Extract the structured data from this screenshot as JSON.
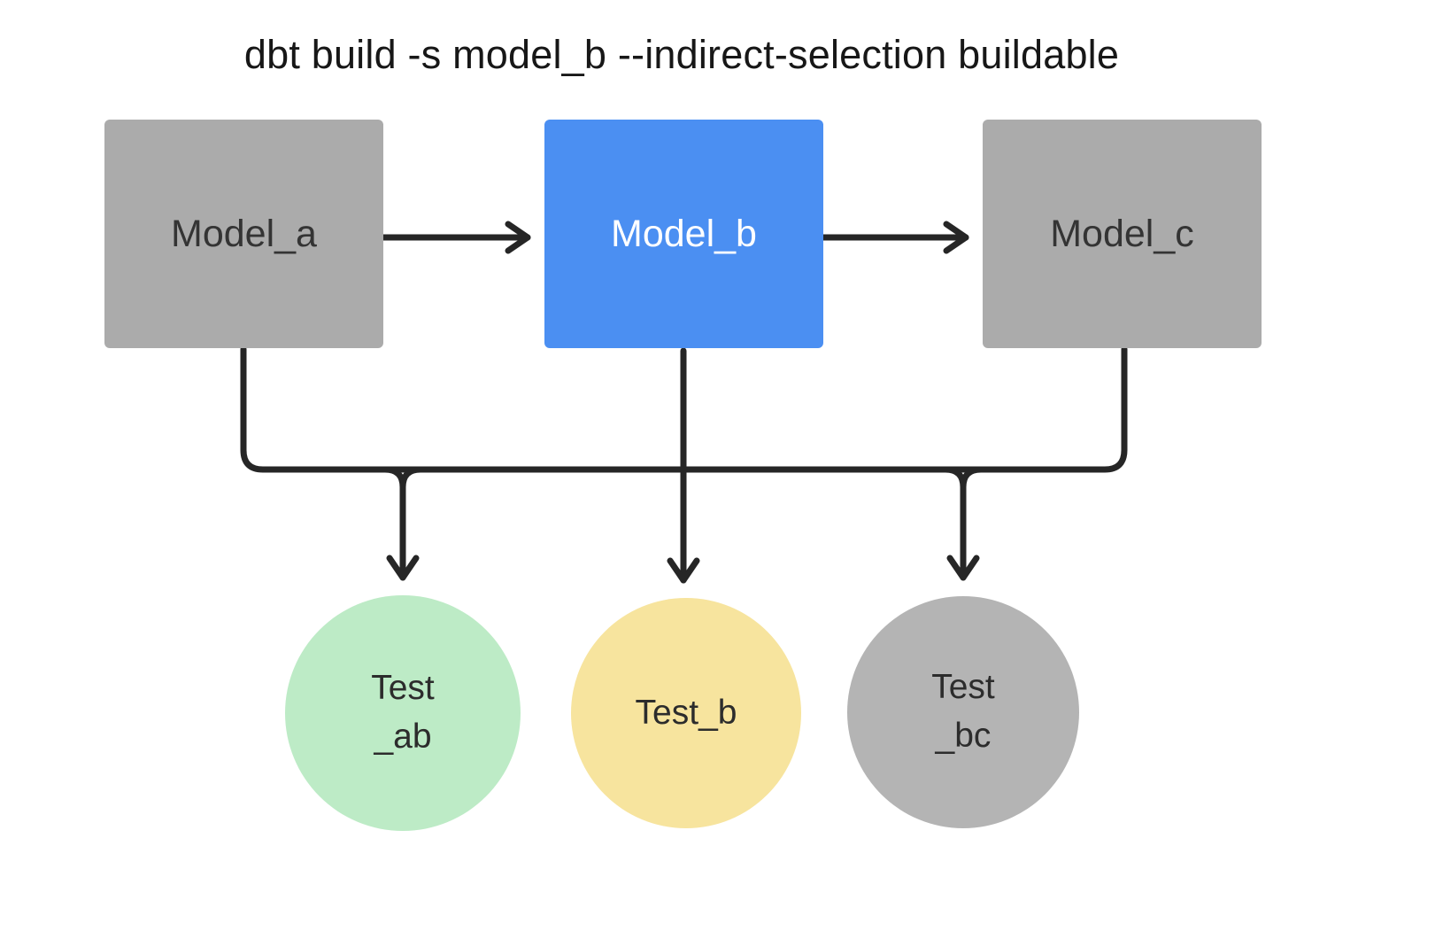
{
  "title": "dbt build -s model_b --indirect-selection buildable",
  "models": [
    {
      "label": "Model_a",
      "color": "#ababab",
      "selected": false
    },
    {
      "label": "Model_b",
      "color": "#4b8ff2",
      "selected": true
    },
    {
      "label": "Model_c",
      "color": "#ababab",
      "selected": false
    }
  ],
  "tests": [
    {
      "line1": "Test",
      "line2": "_ab",
      "color": "#bdebc6"
    },
    {
      "line1": "Test_b",
      "color": "#f7e49e"
    },
    {
      "line1": "Test",
      "line2": "_bc",
      "color": "#b4b4b4"
    }
  ],
  "edges": [
    "model_a -> model_b",
    "model_b -> model_c",
    "model_a -> test_ab",
    "model_b -> test_ab",
    "model_b -> test_b",
    "model_b -> test_bc",
    "model_c -> test_bc"
  ],
  "colors": {
    "background": "#ffffff",
    "line": "#262626",
    "selected_model": "#4b8ff2",
    "unselected_model": "#ababab",
    "test_pass_green": "#bdebc6",
    "test_selected_yellow": "#f7e49e",
    "test_skipped_gray": "#b4b4b4"
  }
}
